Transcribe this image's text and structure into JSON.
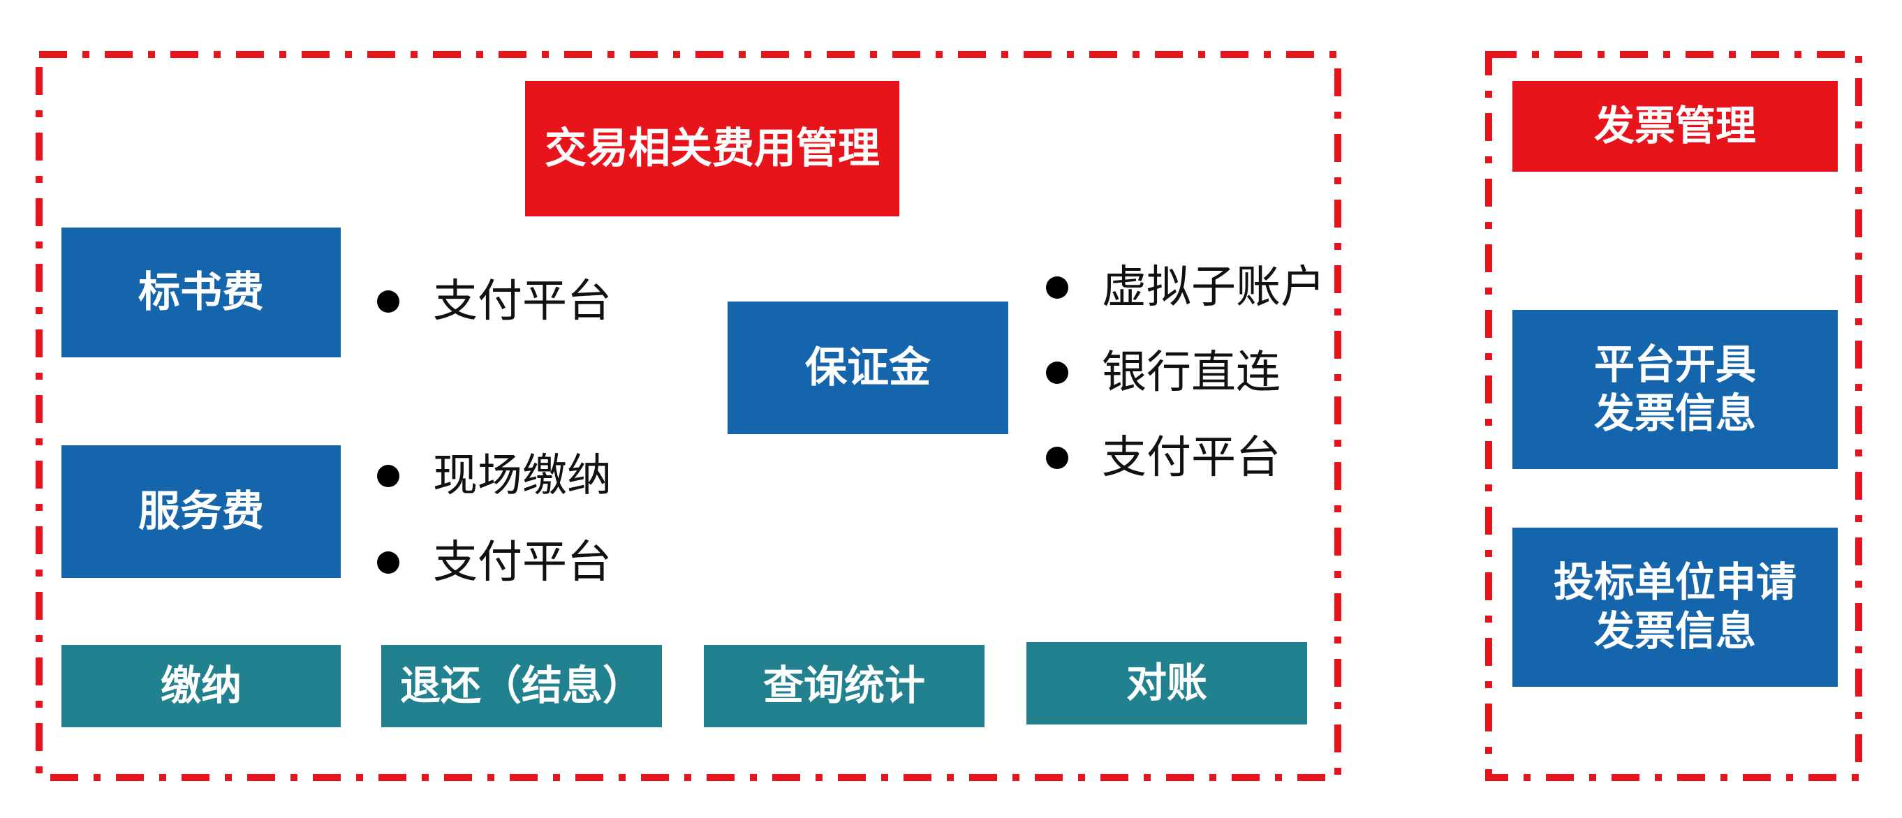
{
  "colors": {
    "frame_border": "#e8141c",
    "title_red": "#e8141c",
    "fee_blue": "#1565ad",
    "op_teal": "#21818f",
    "text_dark": "#111111"
  },
  "left_panel": {
    "title": "交易相关费用管理",
    "fees": [
      {
        "label": "标书费",
        "methods": [
          "支付平台"
        ]
      },
      {
        "label": "服务费",
        "methods": [
          "现场缴纳",
          "支付平台"
        ]
      },
      {
        "label": "保证金",
        "methods": [
          "虚拟子账户",
          "银行直连",
          "支付平台"
        ]
      }
    ],
    "operations": [
      "缴纳",
      "退还（结息）",
      "查询统计",
      "对账"
    ]
  },
  "right_panel": {
    "title": "发票管理",
    "items": [
      {
        "line1": "平台开具",
        "line2": "发票信息"
      },
      {
        "line1": "投标单位申请",
        "line2": "发票信息"
      }
    ]
  }
}
